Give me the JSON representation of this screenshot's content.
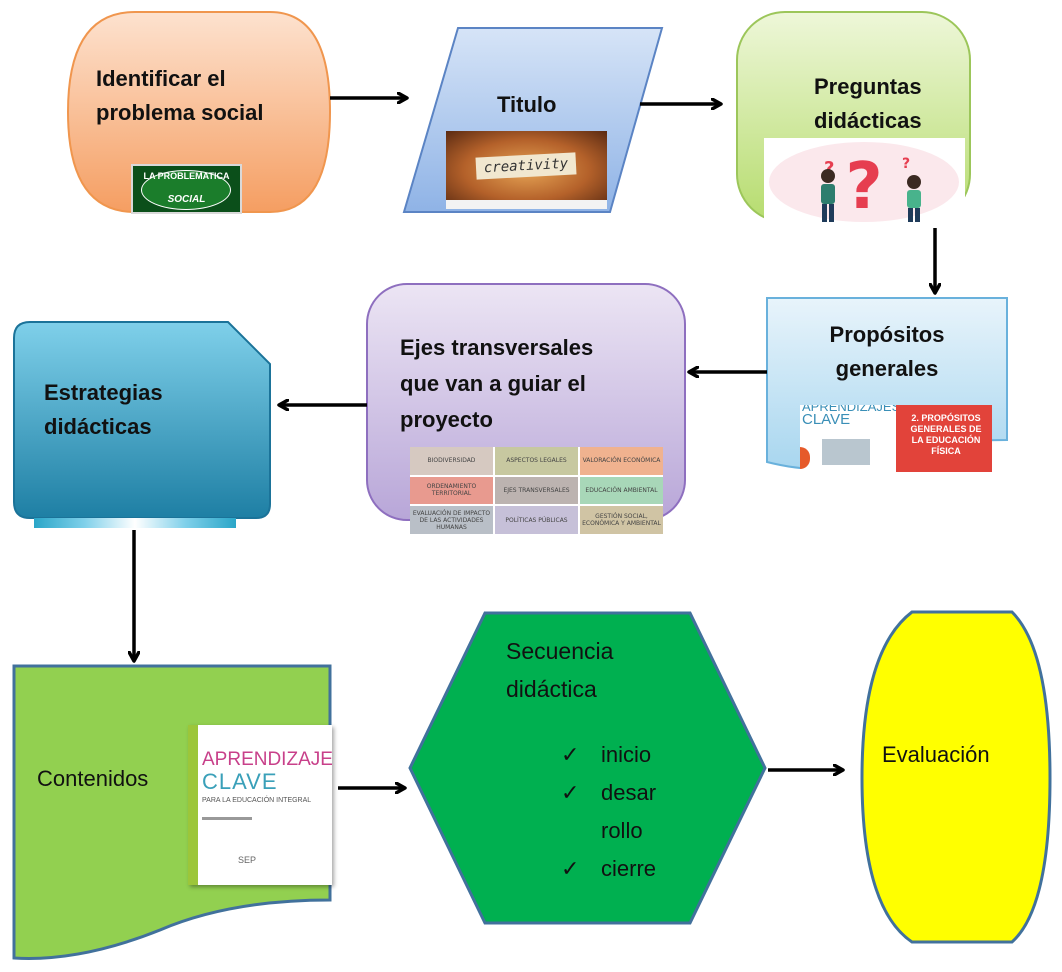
{
  "nodes": {
    "identificar": {
      "lines": [
        "Identificar el",
        "problema social"
      ],
      "thumb": {
        "line1": "LA PROBLEMATICA",
        "line2": "SOCIAL"
      }
    },
    "titulo": {
      "label": "Titulo",
      "thumb": {
        "word": "creativity"
      }
    },
    "preguntas": {
      "lines": [
        "Preguntas",
        "didácticas"
      ]
    },
    "propositos": {
      "lines": [
        "Propósitos",
        "generales"
      ],
      "thumb": {
        "left_title": "APRENDIZAJES",
        "left_sub": "CLAVE",
        "right_text": "2. PROPÓSITOS GENERALES DE LA EDUCACIÓN FÍSICA"
      }
    },
    "ejes": {
      "lines": [
        "Ejes transversales",
        "que van a guiar el",
        "proyecto"
      ],
      "grid": [
        "BIODIVERSIDAD",
        "ASPECTOS LEGALES",
        "VALORACIÓN ECONÓMICA",
        "ORDENAMIENTO TERRITORIAL",
        "EJES TRANSVERSALES",
        "EDUCACIÓN AMBIENTAL",
        "EVALUACIÓN DE IMPACTO DE LAS ACTIVIDADES HUMANAS",
        "POLÍTICAS PÚBLICAS",
        "GESTIÓN SOCIAL, ECONÓMICA Y AMBIENTAL"
      ]
    },
    "estrategias": {
      "lines": [
        "Estrategias",
        "didácticas"
      ]
    },
    "contenidos": {
      "label": "Contenidos",
      "book": {
        "title1": "APRENDIZAJES",
        "title2": "CLAVE",
        "subtitle": "PARA LA EDUCACIÓN INTEGRAL",
        "footer": "SEP"
      }
    },
    "secuencia": {
      "lines": [
        "Secuencia",
        "didáctica"
      ],
      "items": [
        "inicio",
        "desar",
        "rollo",
        "cierre"
      ],
      "check": "✓"
    },
    "evaluacion": {
      "label": "Evaluación"
    }
  },
  "colors": {
    "orange": "#f7b183",
    "blue": "#a9c6ee",
    "green_light": "#c6e58a",
    "teal": "#2e9dc1",
    "purple": "#cbbbe0",
    "lime": "#8bc34a",
    "green": "#00b050",
    "yellow": "#ffff00"
  }
}
